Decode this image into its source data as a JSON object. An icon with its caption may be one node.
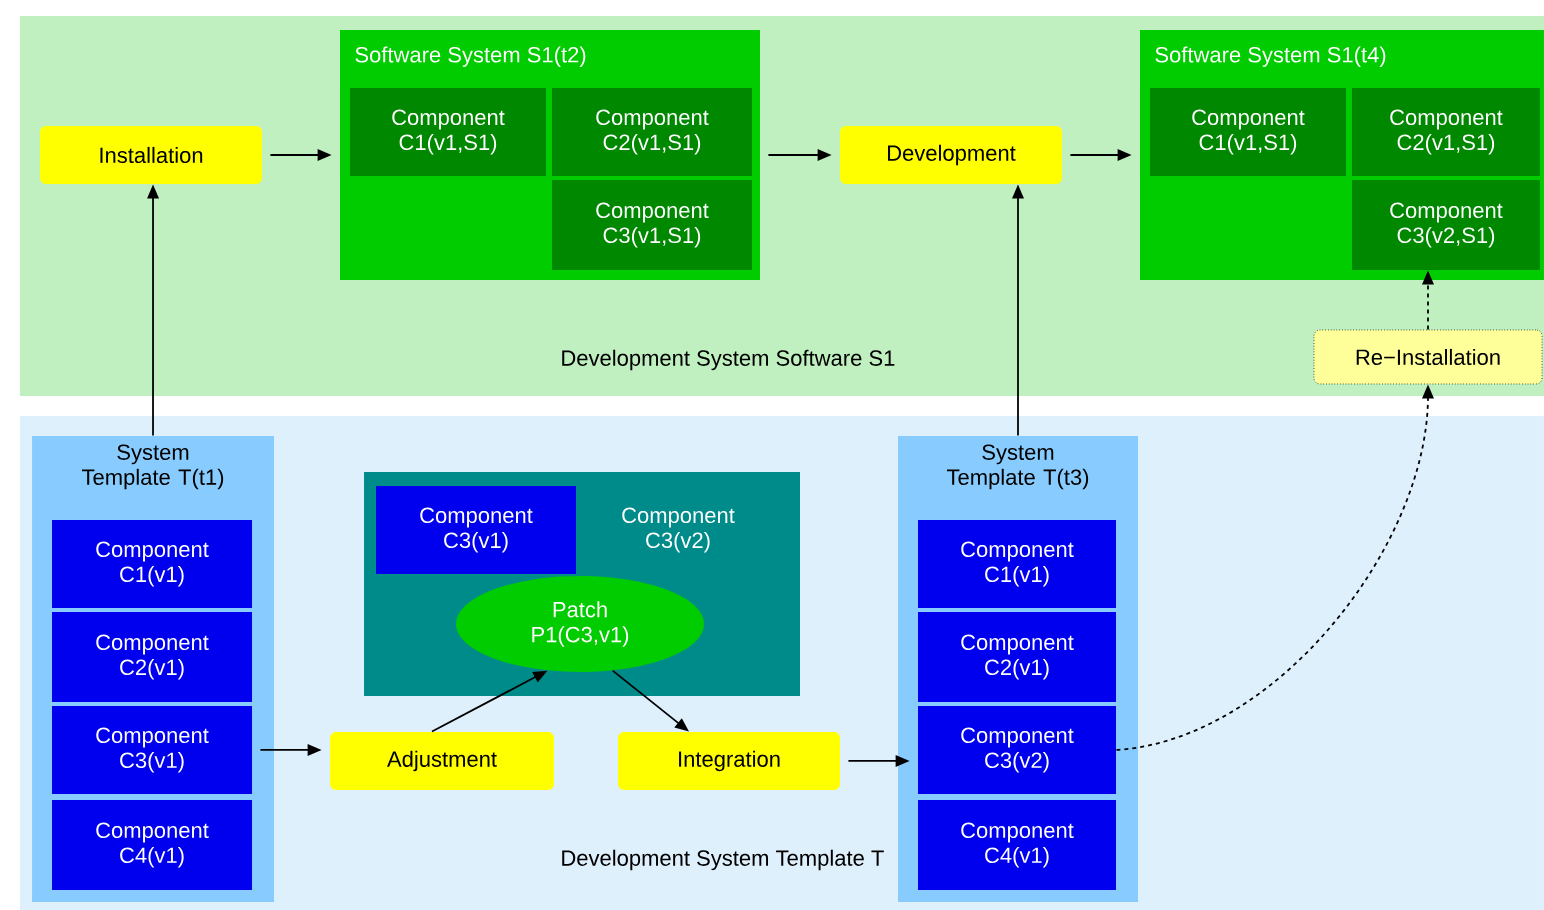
{
  "diagram": {
    "nodes": [
      {
        "text": [
          "Development System Software S1"
        ]
      },
      {
        "text": [
          "Development System Template T"
        ]
      },
      {
        "text": [
          "Installation"
        ],
        "in": 0
      },
      {
        "text": [
          "Software System S1(t2)"
        ],
        "in": 0
      },
      {
        "text": [
          "Component C1(v1,S1)"
        ],
        "in": 3
      },
      {
        "text": [
          "Component C2(v1,S1)"
        ],
        "in": 3
      },
      {
        "text": [
          "Component C3(v1,S1)"
        ],
        "in": 3
      },
      {
        "text": [
          "Development"
        ],
        "in": 0
      },
      {
        "text": [
          "Software System S1(t4)"
        ],
        "in": 0
      },
      {
        "text": [
          "Component C1(v1,S1)"
        ],
        "in": 8
      },
      {
        "text": [
          "Component C2(v1,S1)"
        ],
        "in": 8
      },
      {
        "text": [
          "Component C3(v2,S1)"
        ],
        "in": 8
      },
      {
        "text": [
          "Re−Installation"
        ],
        "in": 0
      },
      {
        "text": [
          "System Template T(t1)"
        ],
        "in": 1
      },
      {
        "text": [
          "Component C1(v1)"
        ],
        "in": 13
      },
      {
        "text": [
          "Component C2(v1)"
        ],
        "in": 13
      },
      {
        "text": [
          "Component C3(v1)"
        ],
        "in": 13
      },
      {
        "text": [
          "Component C4(v1)"
        ],
        "in": 13
      },
      {
        "text": [
          "Component C3(v2)"
        ],
        "in": 1
      },
      {
        "text": [
          "Component C3(v1)"
        ],
        "in": 18
      },
      {
        "text": [
          "Patch P1(C3,v1)"
        ],
        "in": 18
      },
      {
        "text": [
          "Adjustment"
        ],
        "in": 1
      },
      {
        "text": [
          "Integration"
        ],
        "in": 1
      },
      {
        "text": [
          "System Template T(t3)"
        ],
        "in": 1
      },
      {
        "text": [
          "Component C1(v1)"
        ],
        "in": 23
      },
      {
        "text": [
          "Component C2(v1)"
        ],
        "in": 23
      },
      {
        "text": [
          "Component C3(v2)"
        ],
        "in": 23
      },
      {
        "text": [
          "Component C4(v1)"
        ],
        "in": 23
      }
    ],
    "edges": [
      {
        "from": 2,
        "to": 3,
        "arrow": "to"
      },
      {
        "from": 3,
        "to": 7,
        "arrow": "to"
      },
      {
        "from": 7,
        "to": 8,
        "arrow": "to"
      },
      {
        "from": 13,
        "to": 2,
        "arrow": "to"
      },
      {
        "from": 23,
        "to": 7,
        "arrow": "to"
      },
      {
        "from": 16,
        "to": 21,
        "arrow": "to"
      },
      {
        "from": 21,
        "to": 20,
        "arrow": "to"
      },
      {
        "from": 20,
        "to": 22,
        "arrow": "to"
      },
      {
        "from": 22,
        "to": 26,
        "arrow": "to"
      },
      {
        "from": 26,
        "to": 12,
        "arrow": "to",
        "style": "dashed"
      },
      {
        "from": 12,
        "to": 11,
        "arrow": "to",
        "style": "dashed"
      }
    ]
  }
}
